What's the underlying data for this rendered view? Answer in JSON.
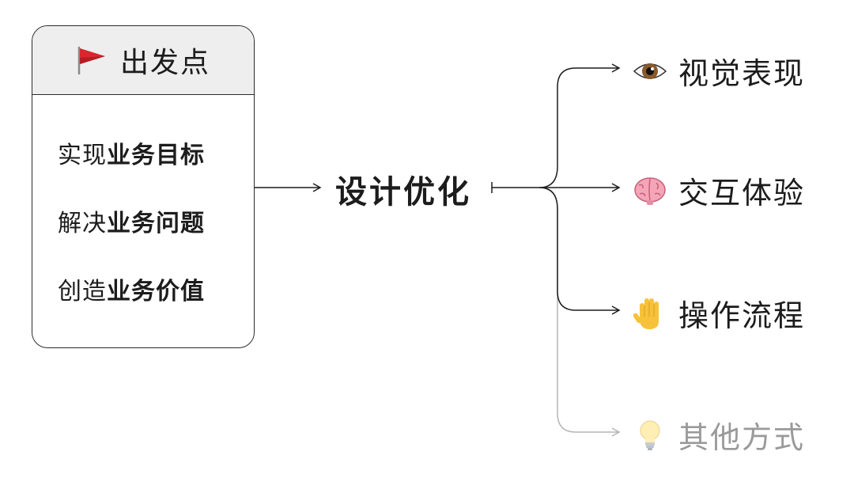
{
  "start_card": {
    "title": "出发点",
    "items": [
      {
        "plain": "实现",
        "bold": "业务目标"
      },
      {
        "plain": "解决",
        "bold": "业务问题"
      },
      {
        "plain": "创造",
        "bold": "业务价值"
      }
    ]
  },
  "center": {
    "label": "设计优化"
  },
  "branches": [
    {
      "icon": "eye-icon",
      "label": "视觉表现"
    },
    {
      "icon": "brain-icon",
      "label": "交互体验"
    },
    {
      "icon": "raised-hand-icon",
      "label": "操作流程"
    },
    {
      "icon": "lightbulb-icon",
      "label": "其他方式",
      "faded": true
    }
  ],
  "colors": {
    "line": "#1c1c1c",
    "faded_line": "#b5b5b5",
    "faded_text": "#9a9a9a",
    "header_bg": "#eeeeee",
    "flag_red": "#d9262f"
  }
}
